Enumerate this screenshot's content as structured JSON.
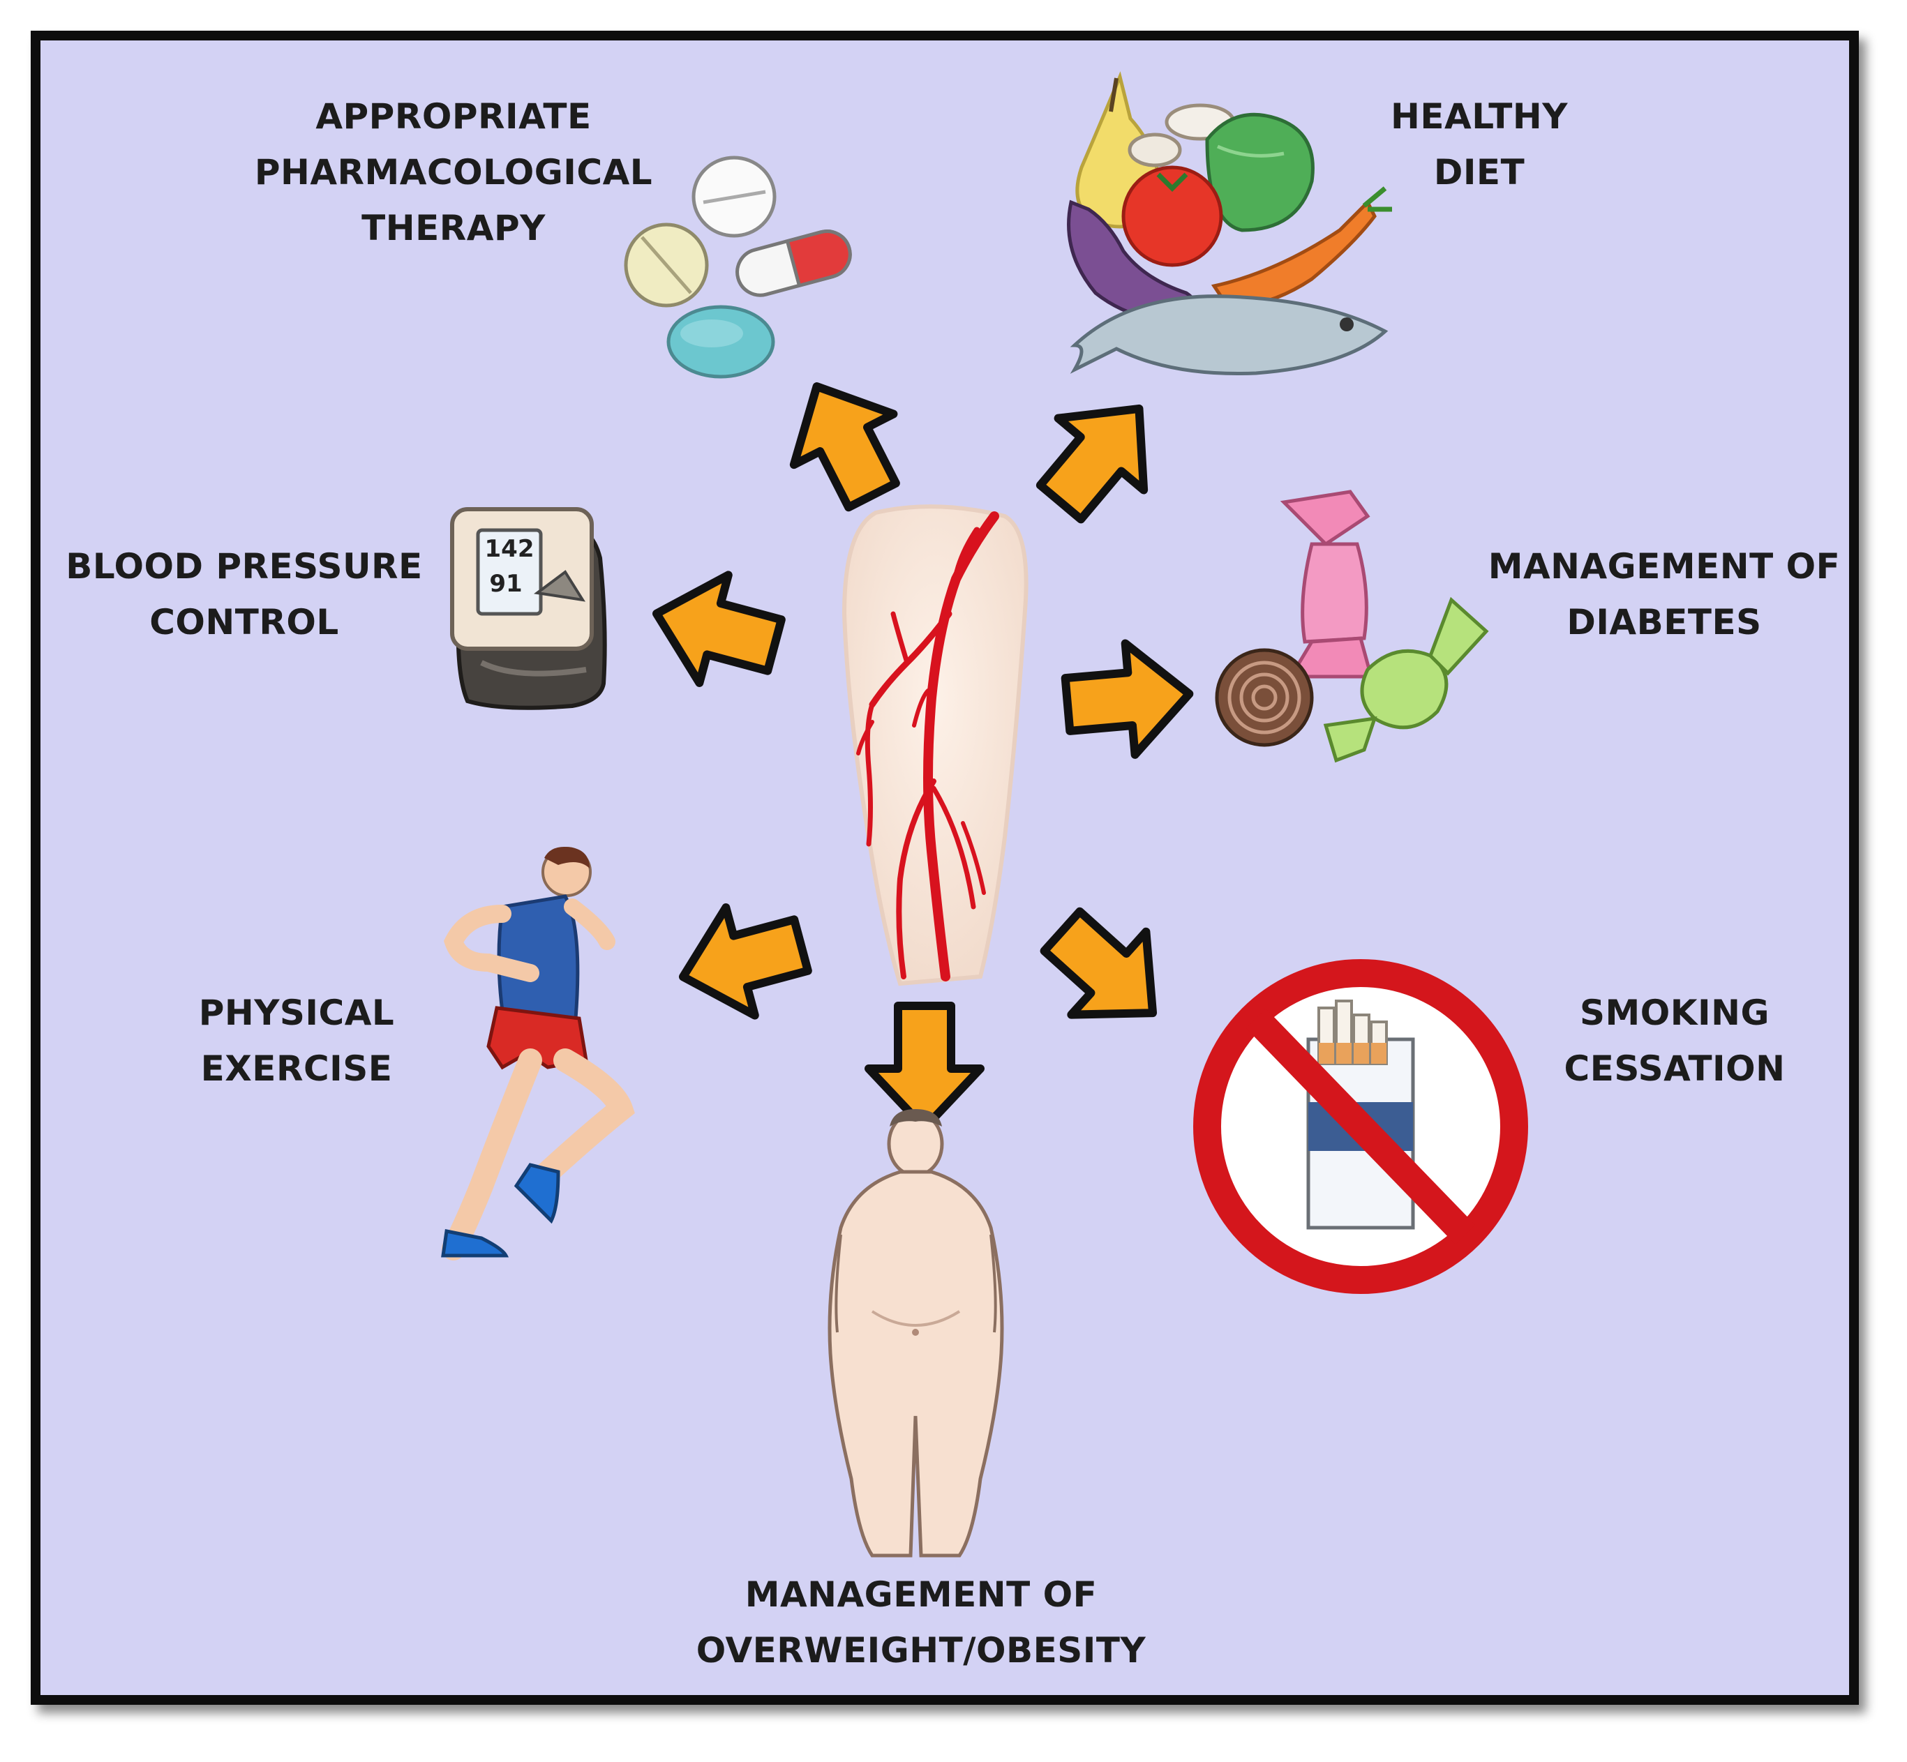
{
  "labels": {
    "pharma": [
      "APPROPRIATE",
      "PHARMACOLOGICAL",
      "THERAPY"
    ],
    "diet": [
      "HEALTHY",
      "DIET"
    ],
    "bp": [
      "BLOOD PRESSURE",
      "CONTROL"
    ],
    "diabetes": [
      "MANAGEMENT OF",
      "DIABETES"
    ],
    "exercise": [
      "PHYSICAL",
      "EXERCISE"
    ],
    "smoking": [
      "SMOKING",
      "CESSATION"
    ],
    "obesity": [
      "MANAGEMENT OF",
      "OVERWEIGHT/OBESITY"
    ]
  },
  "bp_monitor": {
    "systolic": "142",
    "diastolic": "91"
  },
  "colors": {
    "background": "#d3d2f4",
    "frame": "#0d0d0d",
    "arrow_fill": "#f7a21b",
    "artery": "#d8121e",
    "no_sign": "#d4161c"
  },
  "icons": [
    "leg-artery-illustration",
    "pills-icon",
    "food-basket-icon",
    "blood-pressure-monitor-icon",
    "candy-icon",
    "runner-icon",
    "no-smoking-icon",
    "obese-person-icon"
  ]
}
